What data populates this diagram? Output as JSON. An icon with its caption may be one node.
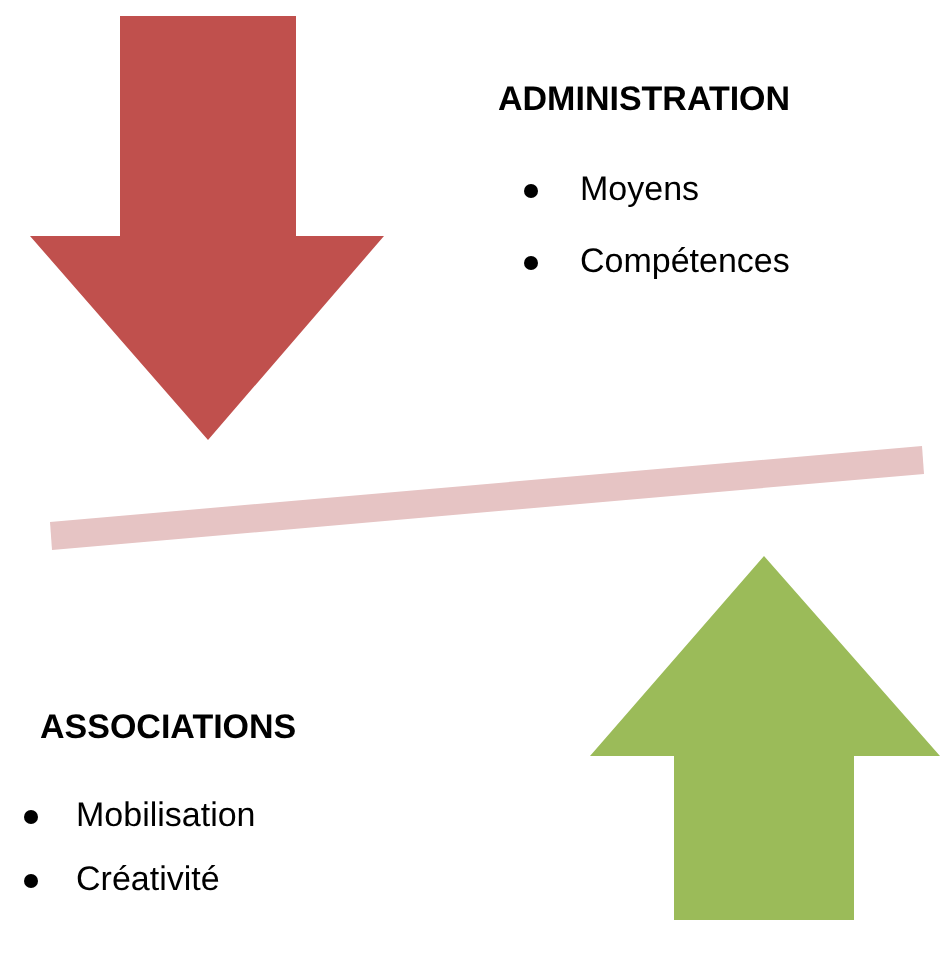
{
  "diagram": {
    "labels": [
      "ADMINISTRATION",
      "Moyens",
      "Compétences",
      "ASSOCIATIONS",
      "Mobilisation",
      "Créativité"
    ]
  }
}
